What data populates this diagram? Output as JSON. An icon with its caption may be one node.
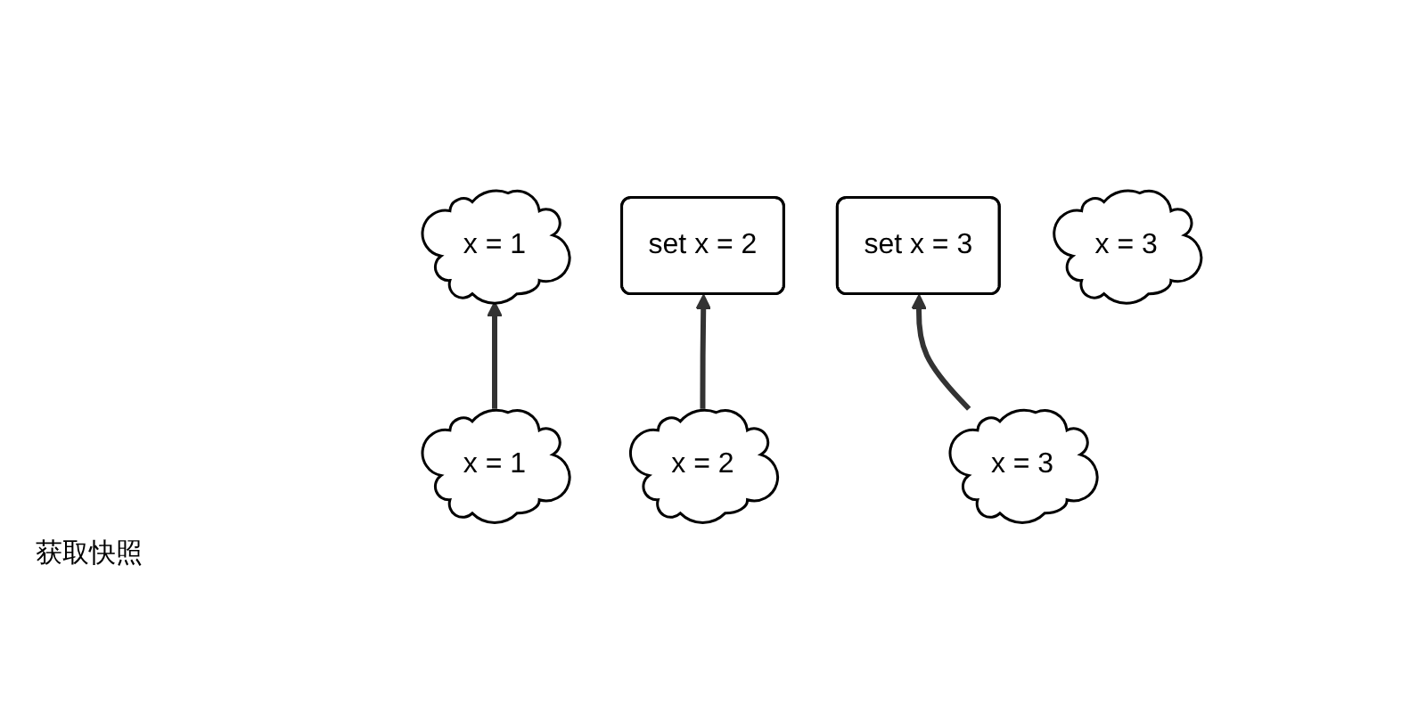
{
  "diagram": {
    "nodes": [
      {
        "text": [
          "x = 1"
        ]
      },
      {
        "text": [
          "set x = 2"
        ]
      },
      {
        "text": [
          "set x = 3"
        ]
      },
      {
        "text": [
          "x = 3"
        ]
      },
      {
        "text": [
          "x = 1"
        ]
      },
      {
        "text": [
          "x = 2"
        ]
      },
      {
        "text": [
          "x = 3"
        ]
      }
    ],
    "edges": [
      {
        "from": 4,
        "to": 0,
        "arrow": "to"
      },
      {
        "from": 5,
        "to": 1,
        "arrow": "to"
      },
      {
        "from": 6,
        "to": 2,
        "arrow": "to"
      }
    ],
    "labels": [
      "获取快照"
    ]
  }
}
